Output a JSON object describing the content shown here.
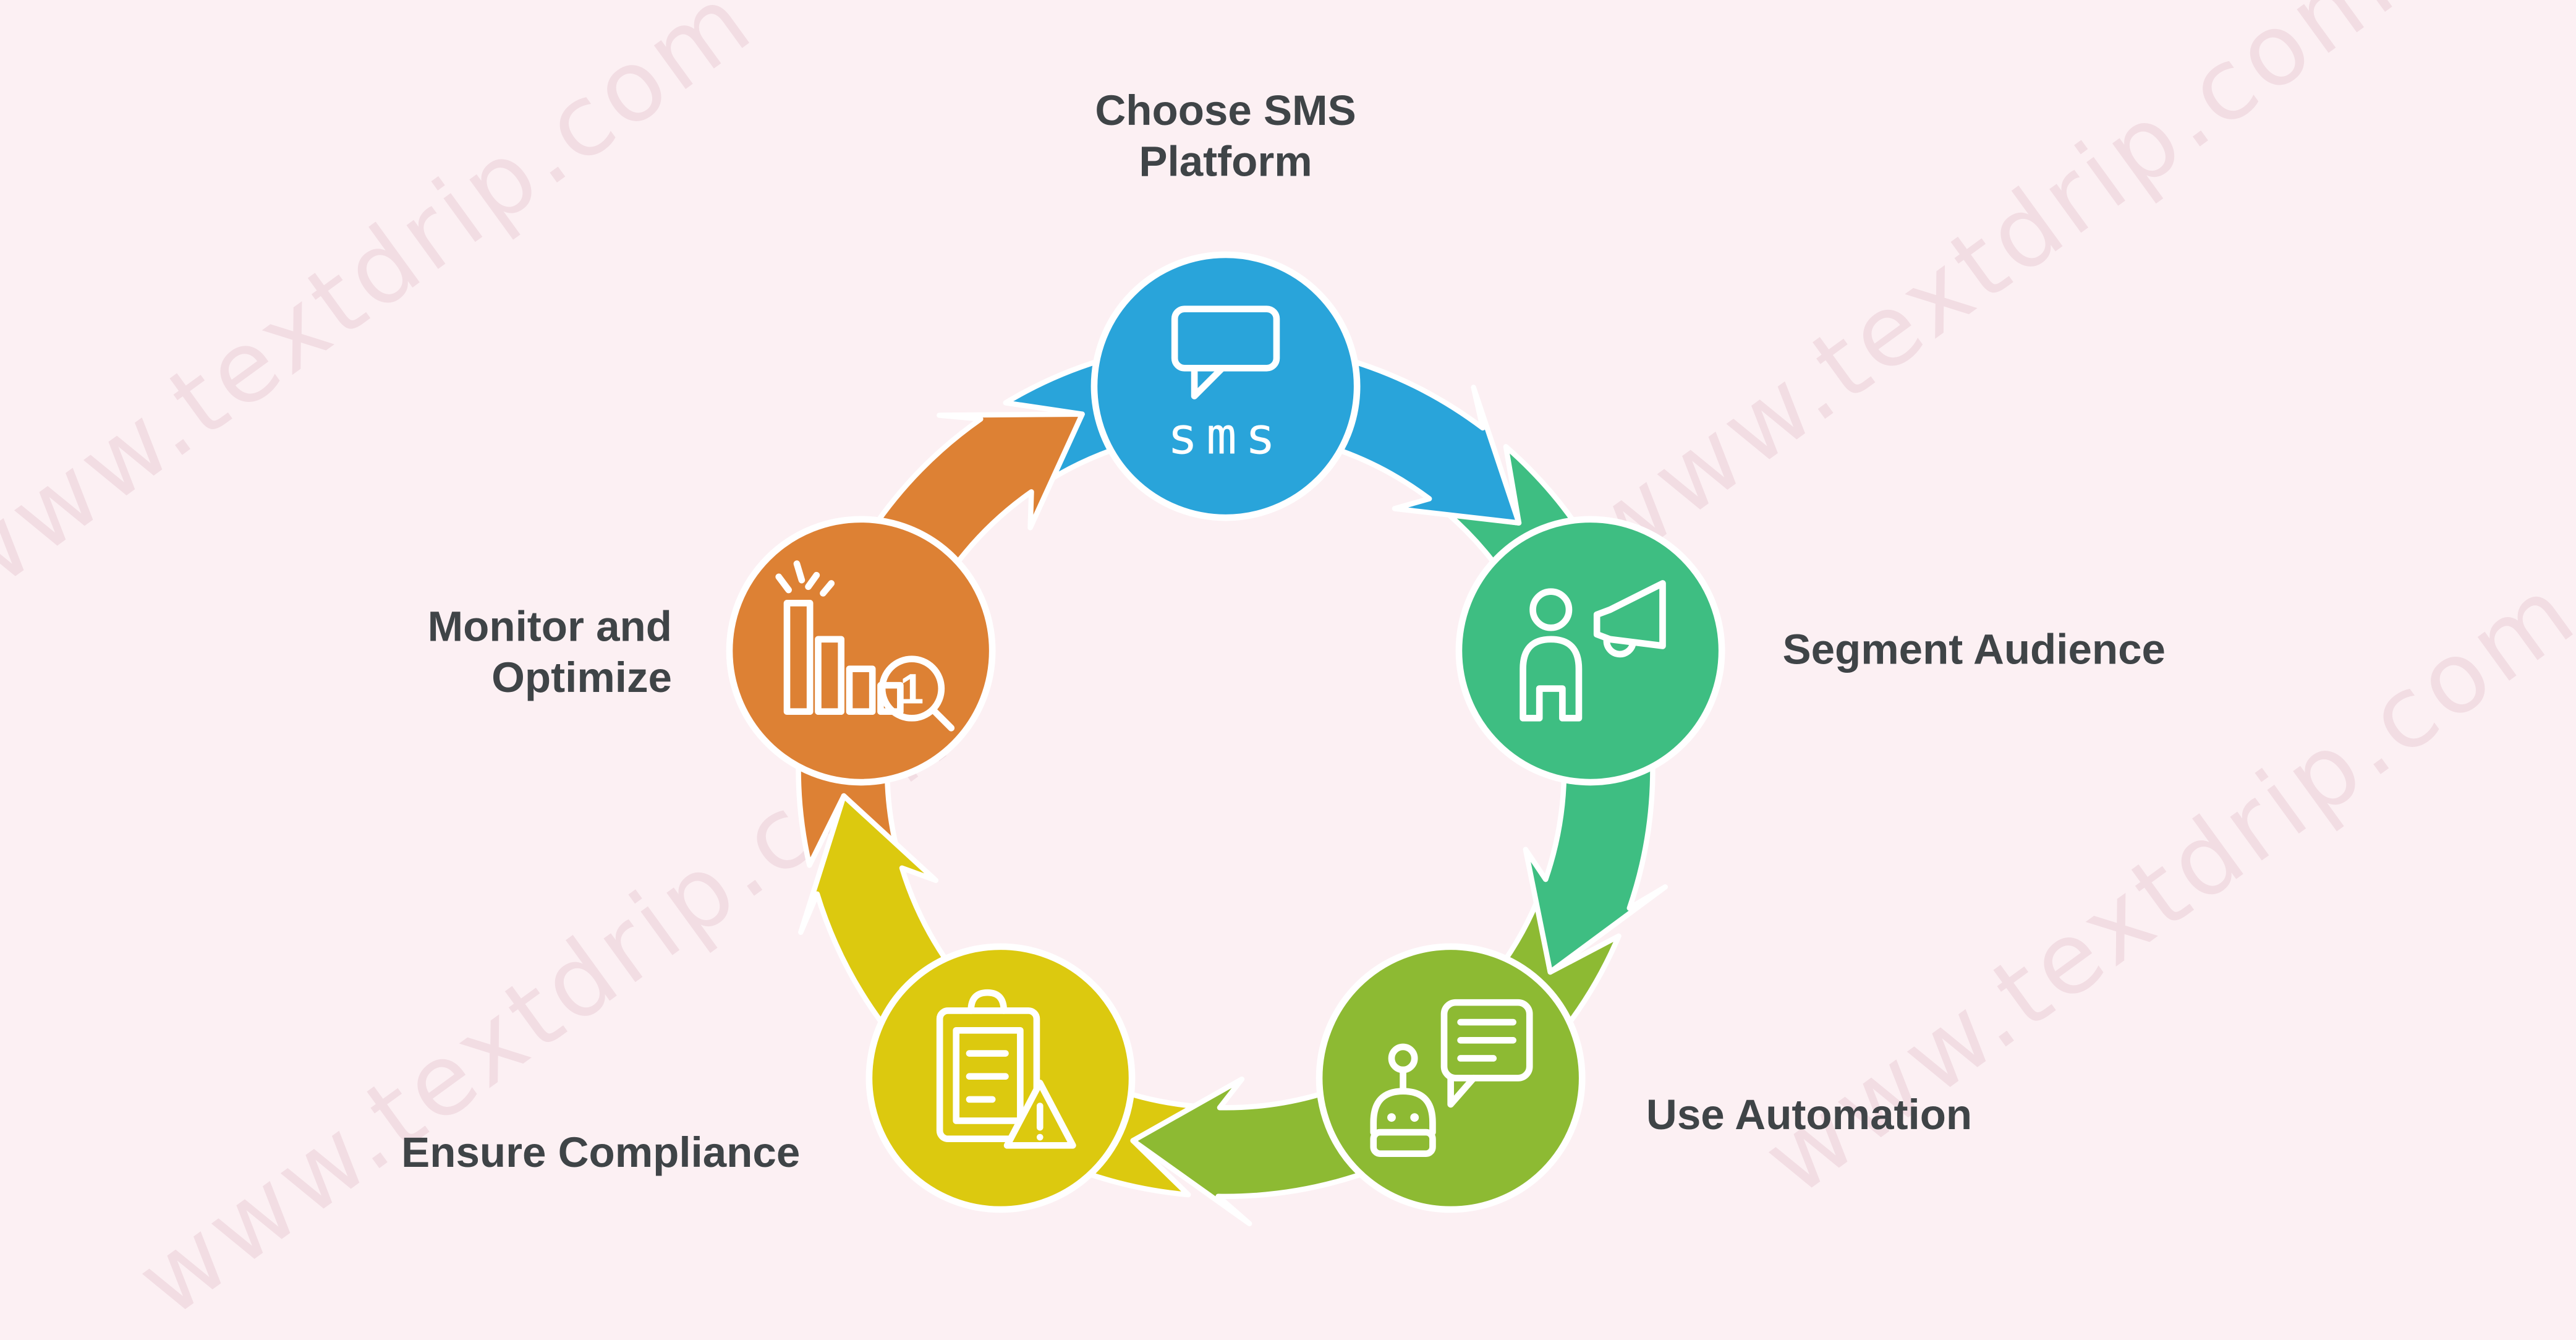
{
  "background_color": "#fcf0f3",
  "label_color": "#3f4447",
  "watermark": {
    "text": "www.textdrip.com",
    "color": "#f2dde3"
  },
  "flow_direction": "clockwise",
  "steps": [
    {
      "id": "choose-sms-platform",
      "label": "Choose SMS\nPlatform",
      "color": "#29a4da",
      "icon": "sms-chat-bubble-icon",
      "icon_text": "sms"
    },
    {
      "id": "segment-audience",
      "label": "Segment Audience",
      "color": "#3ebe82",
      "icon": "person-megaphone-icon"
    },
    {
      "id": "use-automation",
      "label": "Use Automation",
      "color": "#8dba33",
      "icon": "robot-chat-icon"
    },
    {
      "id": "ensure-compliance",
      "label": "Ensure Compliance",
      "color": "#dcc90f",
      "icon": "clipboard-warning-icon"
    },
    {
      "id": "monitor-and-optimize",
      "label": "Monitor and\nOptimize",
      "color": "#dd8134",
      "icon": "bar-chart-search-icon",
      "icon_badge": "1"
    }
  ],
  "arrows": [
    {
      "from": "Choose SMS Platform",
      "to": "Segment Audience"
    },
    {
      "from": "Segment Audience",
      "to": "Use Automation"
    },
    {
      "from": "Use Automation",
      "to": "Ensure Compliance"
    },
    {
      "from": "Ensure Compliance",
      "to": "Monitor and Optimize"
    },
    {
      "from": "Monitor and Optimize",
      "to": "Choose SMS Platform"
    }
  ]
}
